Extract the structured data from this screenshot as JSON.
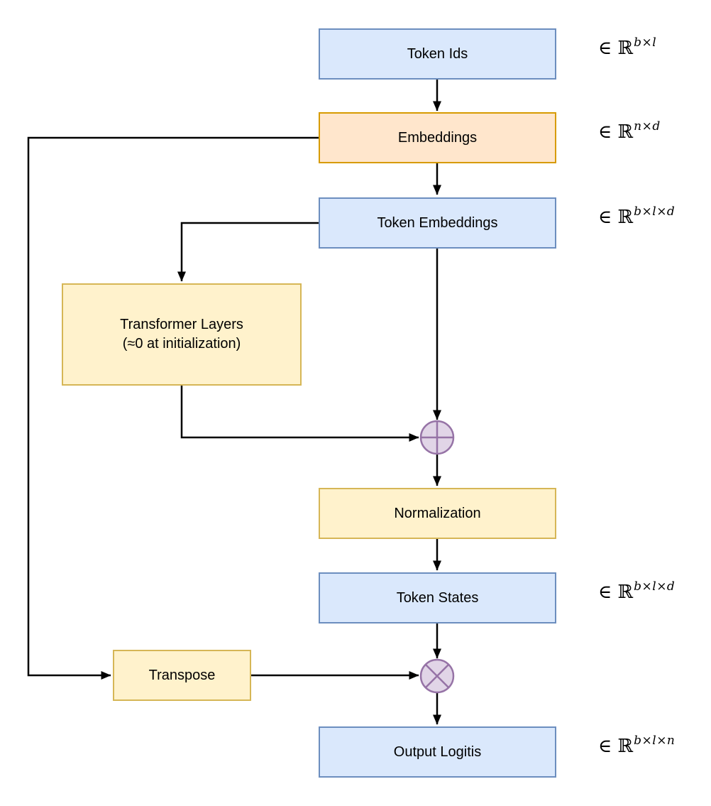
{
  "diagram": {
    "background_color": "#ffffff",
    "arrow_color": "#000000",
    "nodes": [
      {
        "label": "Token Ids",
        "fill": "#dae8fc",
        "border": "#6c8ebf"
      },
      {
        "label": "Embeddings",
        "fill": "#ffe6cc",
        "border": "#d79b00"
      },
      {
        "label": "Token Embeddings",
        "fill": "#dae8fc",
        "border": "#6c8ebf"
      },
      {
        "label": "Transformer Layers",
        "sublabel": "(≈0 at initialization)",
        "fill": "#fff2cc",
        "border": "#d6b656"
      },
      {
        "label": "Normalization",
        "fill": "#fff2cc",
        "border": "#d6b656"
      },
      {
        "label": "Token States",
        "fill": "#dae8fc",
        "border": "#6c8ebf"
      },
      {
        "label": "Transpose",
        "fill": "#fff2cc",
        "border": "#d6b656"
      },
      {
        "label": "Output Logitis",
        "fill": "#dae8fc",
        "border": "#6c8ebf"
      }
    ],
    "annotations": [
      {
        "for": "Token Ids",
        "base": "∈ ℝ",
        "sup": "b×l"
      },
      {
        "for": "Embeddings",
        "base": "∈ ℝ",
        "sup": "n×d"
      },
      {
        "for": "Token Embeddings",
        "base": "∈ ℝ",
        "sup": "b×l×d"
      },
      {
        "for": "Token States",
        "base": "∈ ℝ",
        "sup": "b×l×d"
      },
      {
        "for": "Output Logitis",
        "base": "∈ ℝ",
        "sup": "b×l×n"
      }
    ],
    "operators": [
      {
        "icon": "plus-circle-icon",
        "symbol": "⊕",
        "fill": "#e1d5e7",
        "border": "#9673a6"
      },
      {
        "icon": "times-circle-icon",
        "symbol": "⊗",
        "fill": "#e1d5e7",
        "border": "#9673a6"
      }
    ]
  }
}
